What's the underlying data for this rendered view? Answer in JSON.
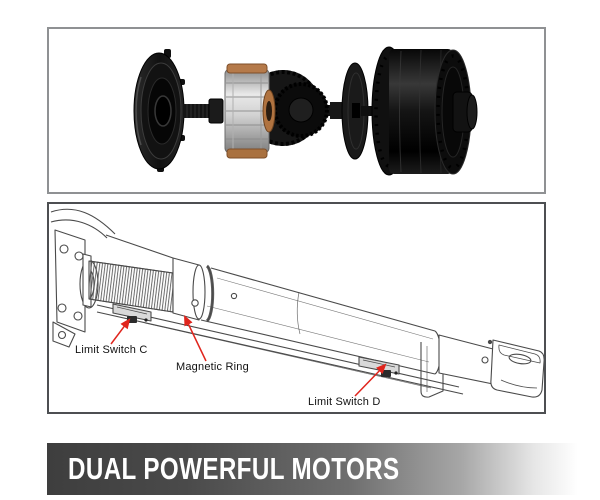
{
  "banner": {
    "title": "DUAL POWERFUL MOTORS"
  },
  "diagram": {
    "labels": {
      "limit_switch_c": "Limit Switch C",
      "magnetic_ring": "Magnetic Ring",
      "limit_switch_d": "Limit Switch D"
    }
  },
  "images": {
    "top_panel": "exploded-hub-motor-render",
    "middle_panel": "linear-actuator-line-drawing"
  },
  "colors": {
    "callout_arrow": "#e0251d",
    "drawing_line": "#4a4a4a",
    "banner_dark": "#3e3e3e",
    "banner_light": "#ffffff",
    "banner_text": "#ffffff",
    "top_panel_border": "#8f9193",
    "middle_panel_border": "#4d4f52",
    "copper_accent": "#b57a4a"
  }
}
